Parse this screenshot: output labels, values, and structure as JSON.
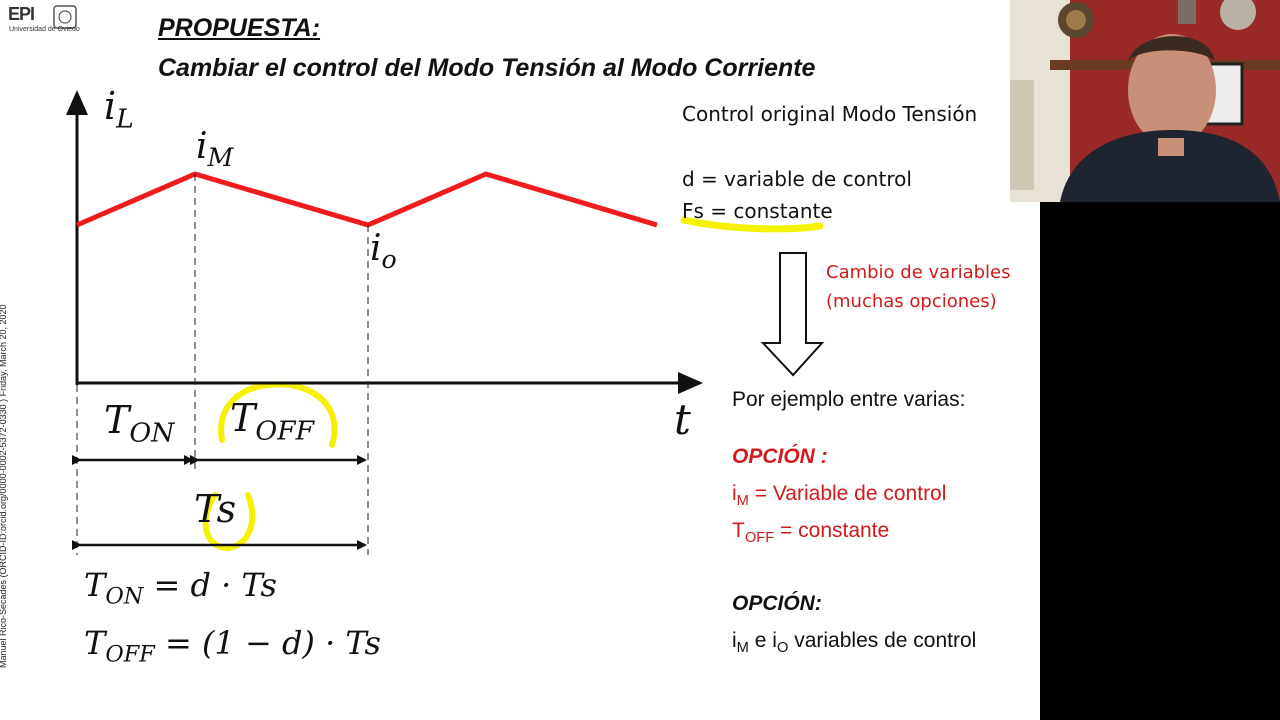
{
  "header": {
    "logo_text": "EPI",
    "logo_sub": "Universidad de Oviedo",
    "title_line1": "PROPUESTA:",
    "title_line2": "Cambiar el control del Modo Tensión al Modo Corriente"
  },
  "side_label": "Manuel Rico-Secades (ORCID-ID:orcid.org/0000-0002-5372-0330 ) Friday, March 20, 2020",
  "graph": {
    "y_axis_label": "i",
    "y_axis_sub": "L",
    "x_axis_label": "t",
    "peak_label": "i",
    "peak_sub": "M",
    "valley_label": "i",
    "valley_sub": "o",
    "ton_label": "T",
    "ton_sub": "ON",
    "toff_label": "T",
    "toff_sub": "OFF",
    "ts_label": "Ts"
  },
  "equations": {
    "eq1_lhs": "T",
    "eq1_sub": "ON",
    "eq1_rhs": " = d · Ts",
    "eq2_lhs": "T",
    "eq2_sub": "OFF",
    "eq2_rhs": " = (1 − d) · Ts"
  },
  "right_panel": {
    "original_control": "Control original Modo Tensión",
    "d_variable": "d = variable de control",
    "fs_constant": "Fs = constante",
    "change_line1": "Cambio de variables",
    "change_line2": "(muchas opciones)",
    "example": "Por ejemplo entre varias:",
    "option1_title": "OPCIÓN :",
    "option1_line1_pre": "i",
    "option1_line1_sub": "M",
    "option1_line1_post": " = Variable de control",
    "option1_line2_pre": "T",
    "option1_line2_sub": "OFF",
    "option1_line2_post": " = constante",
    "option2_title": "OPCIÓN:",
    "option2_line_pre": "i",
    "option2_line_sub1": "M",
    "option2_line_mid": " e i",
    "option2_line_sub2": "O",
    "option2_line_post": " variables de control"
  },
  "colors": {
    "waveform": "#ee1c1c",
    "highlight": "#f5f200",
    "option_red": "#d11a1a"
  }
}
